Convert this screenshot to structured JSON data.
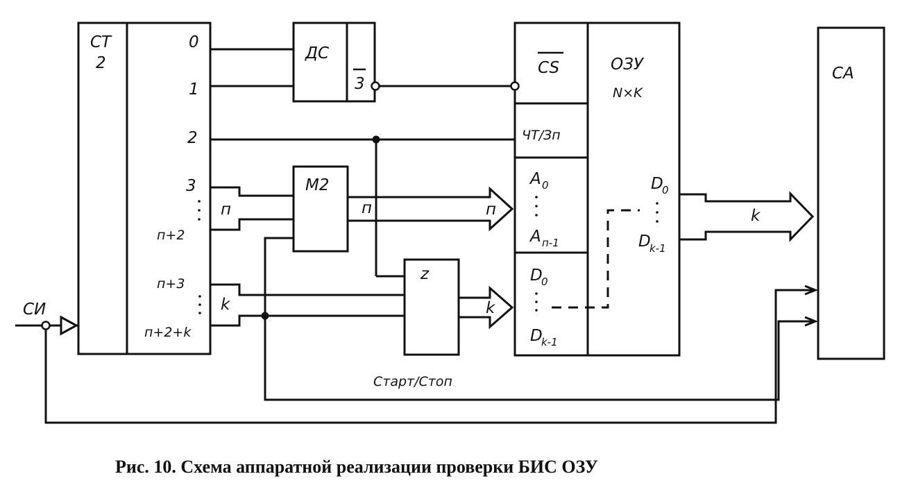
{
  "counter": {
    "title": "СТ",
    "base": "2",
    "outputs": [
      "0",
      "1",
      "2",
      "3",
      "п+2",
      "п+3",
      "п+2+k"
    ]
  },
  "decoder": {
    "title": "ДС",
    "enable": "3"
  },
  "xor": {
    "title": "М2"
  },
  "block_z": {
    "title": "z"
  },
  "ram": {
    "cs": "CS",
    "rw": "ЧТ/Зп",
    "title": "ОЗУ",
    "size": "N×K",
    "addr_first": "A",
    "addr_first_sub": "0",
    "addr_last": "A",
    "addr_last_sub": "п-1",
    "din_first": "D",
    "din_first_sub": "0",
    "din_last": "D",
    "din_last_sub": "k-1",
    "dout_first": "D",
    "dout_first_sub": "0",
    "dout_last": "D",
    "dout_last_sub": "k-1"
  },
  "analyzer": {
    "title": "СА"
  },
  "signals": {
    "clock": "СИ",
    "bus_n": "п",
    "bus_k": "k",
    "start_stop": "Старт/Стоп"
  },
  "caption": "Рис. 10. Схема аппаратной реализации проверки БИС ОЗУ"
}
